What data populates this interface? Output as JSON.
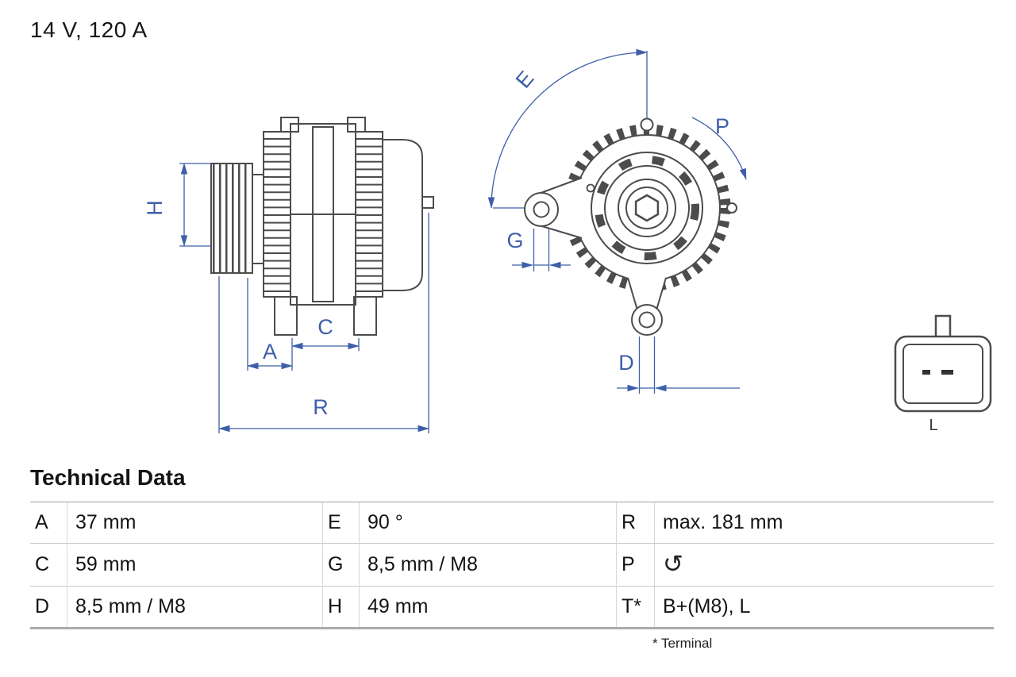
{
  "header": {
    "title": "14 V, 120 A"
  },
  "diagram": {
    "labels": {
      "A": "A",
      "C": "C",
      "D": "D",
      "E": "E",
      "G": "G",
      "H": "H",
      "P": "P",
      "R": "R"
    },
    "connector_label": "L",
    "dimension_color": "#3e5fa8",
    "line_color": "#4c4c4c"
  },
  "table": {
    "title": "Technical Data",
    "rows": [
      {
        "cells": [
          {
            "k": "A",
            "v": "37 mm"
          },
          {
            "k": "E",
            "v": "90 °"
          },
          {
            "k": "R",
            "v": "max. 181 mm"
          }
        ]
      },
      {
        "cells": [
          {
            "k": "C",
            "v": "59 mm"
          },
          {
            "k": "G",
            "v": "8,5 mm / M8"
          },
          {
            "k": "P",
            "icon_glyph": "↺"
          }
        ]
      },
      {
        "cells": [
          {
            "k": "D",
            "v": "8,5 mm / M8"
          },
          {
            "k": "H",
            "v": "49 mm"
          },
          {
            "k": "T*",
            "v": "B+(M8), L"
          }
        ]
      }
    ],
    "footnote": "* Terminal"
  }
}
